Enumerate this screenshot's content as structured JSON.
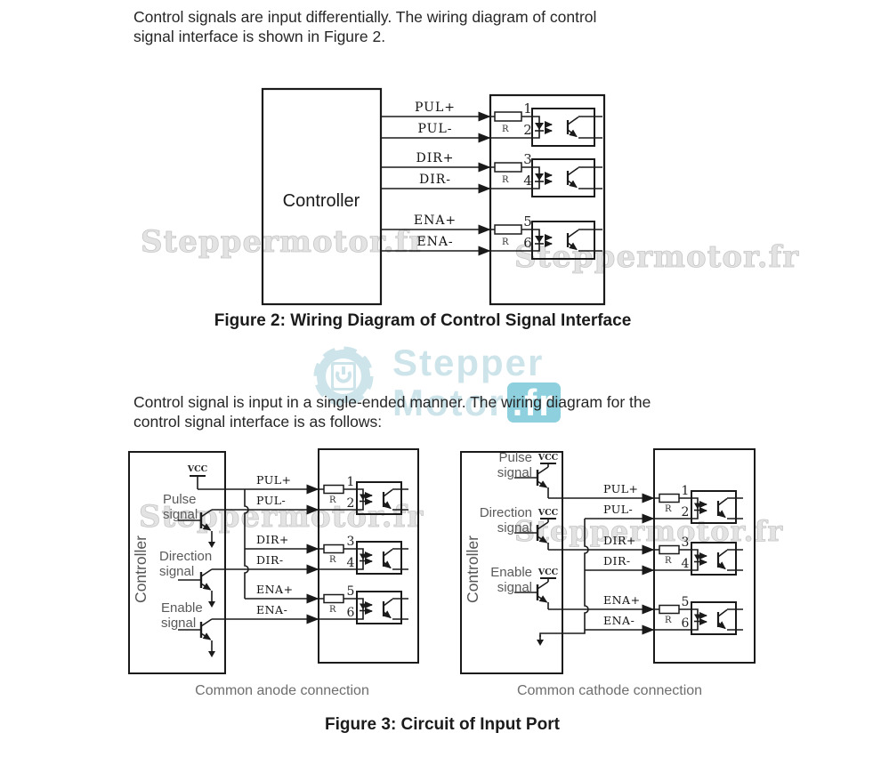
{
  "colors": {
    "diagram_line": "#1a1a1a",
    "watermark_gray": "#dcdcdc",
    "logo_light_blue": "#cde4ea",
    "logo_teal": "#8fd0de",
    "muted_label_gray": "#5a5a5a",
    "caption_gray": "#6e6e6e"
  },
  "paragraphs": {
    "intro_differential": [
      "Control signals are input differentially. The wiring diagram of control",
      "signal interface is shown in Figure 2."
    ],
    "intro_single_ended": [
      "Control signal is input in a single-ended manner. The wiring diagram for the",
      "control signal interface is as follows:"
    ]
  },
  "watermark": {
    "text": "Steppermotor.fr"
  },
  "logo": {
    "top": "Stepper",
    "bottom": "Motor",
    "suffix": ".fr"
  },
  "figure2": {
    "caption": "Figure 2: Wiring Diagram of Control Signal Interface",
    "controller_label": "Controller",
    "signals": [
      "PUL+",
      "PUL-",
      "DIR+",
      "DIR-",
      "ENA+",
      "ENA-"
    ],
    "pins": [
      "1",
      "2",
      "3",
      "4",
      "5",
      "6"
    ],
    "resistor_label": "R"
  },
  "figure3": {
    "caption": "Figure 3: Circuit of Input Port",
    "common_anode": {
      "caption": "Common anode connection",
      "controller_label": "Controller",
      "vcc_label": "VCC",
      "inputs": [
        {
          "line1": "Pulse",
          "line2": "signal"
        },
        {
          "line1": "Direction",
          "line2": "signal"
        },
        {
          "line1": "Enable",
          "line2": "signal"
        }
      ],
      "signals": [
        "PUL+",
        "PUL-",
        "DIR+",
        "DIR-",
        "ENA+",
        "ENA-"
      ],
      "pins": [
        "1",
        "2",
        "3",
        "4",
        "5",
        "6"
      ],
      "resistor_label": "R"
    },
    "common_cathode": {
      "caption": "Common cathode connection",
      "controller_label": "Controller",
      "vcc_label": "VCC",
      "inputs": [
        {
          "line1": "Pulse",
          "line2": "signal"
        },
        {
          "line1": "Direction",
          "line2": "signal"
        },
        {
          "line1": "Enable",
          "line2": "signal"
        }
      ],
      "signals": [
        "PUL+",
        "PUL-",
        "DIR+",
        "DIR-",
        "ENA+",
        "ENA-"
      ],
      "pins": [
        "1",
        "2",
        "3",
        "4",
        "5",
        "6"
      ],
      "resistor_label": "R"
    }
  }
}
